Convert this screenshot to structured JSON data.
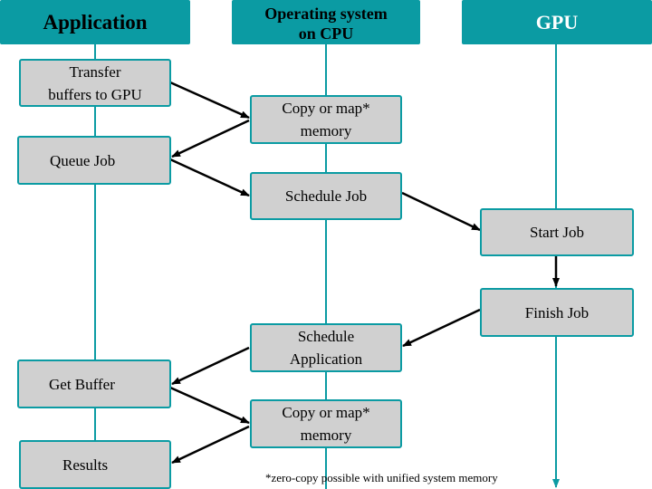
{
  "lanes": {
    "application": "Application",
    "os": "Operating system\non CPU",
    "gpu": "GPU"
  },
  "steps": {
    "transfer_buffers": "Transfer\nbuffers to GPU",
    "copy_map_1": "Copy or map*\nmemory",
    "queue_job": "Queue Job",
    "schedule_job": "Schedule Job",
    "start_job": "Start Job",
    "finish_job": "Finish Job",
    "schedule_application": "Schedule\nApplication",
    "get_buffer": "Get Buffer",
    "copy_map_2": "Copy or map*\nmemory",
    "results": "Results"
  },
  "footnote": "*zero-copy possible with unified system memory",
  "colors": {
    "lane_header": "#0b9ba3",
    "lane_line": "#0b9ba3",
    "step_fill": "#d0d0d0",
    "step_border": "#0b9ba3",
    "arrow": "#000000"
  }
}
